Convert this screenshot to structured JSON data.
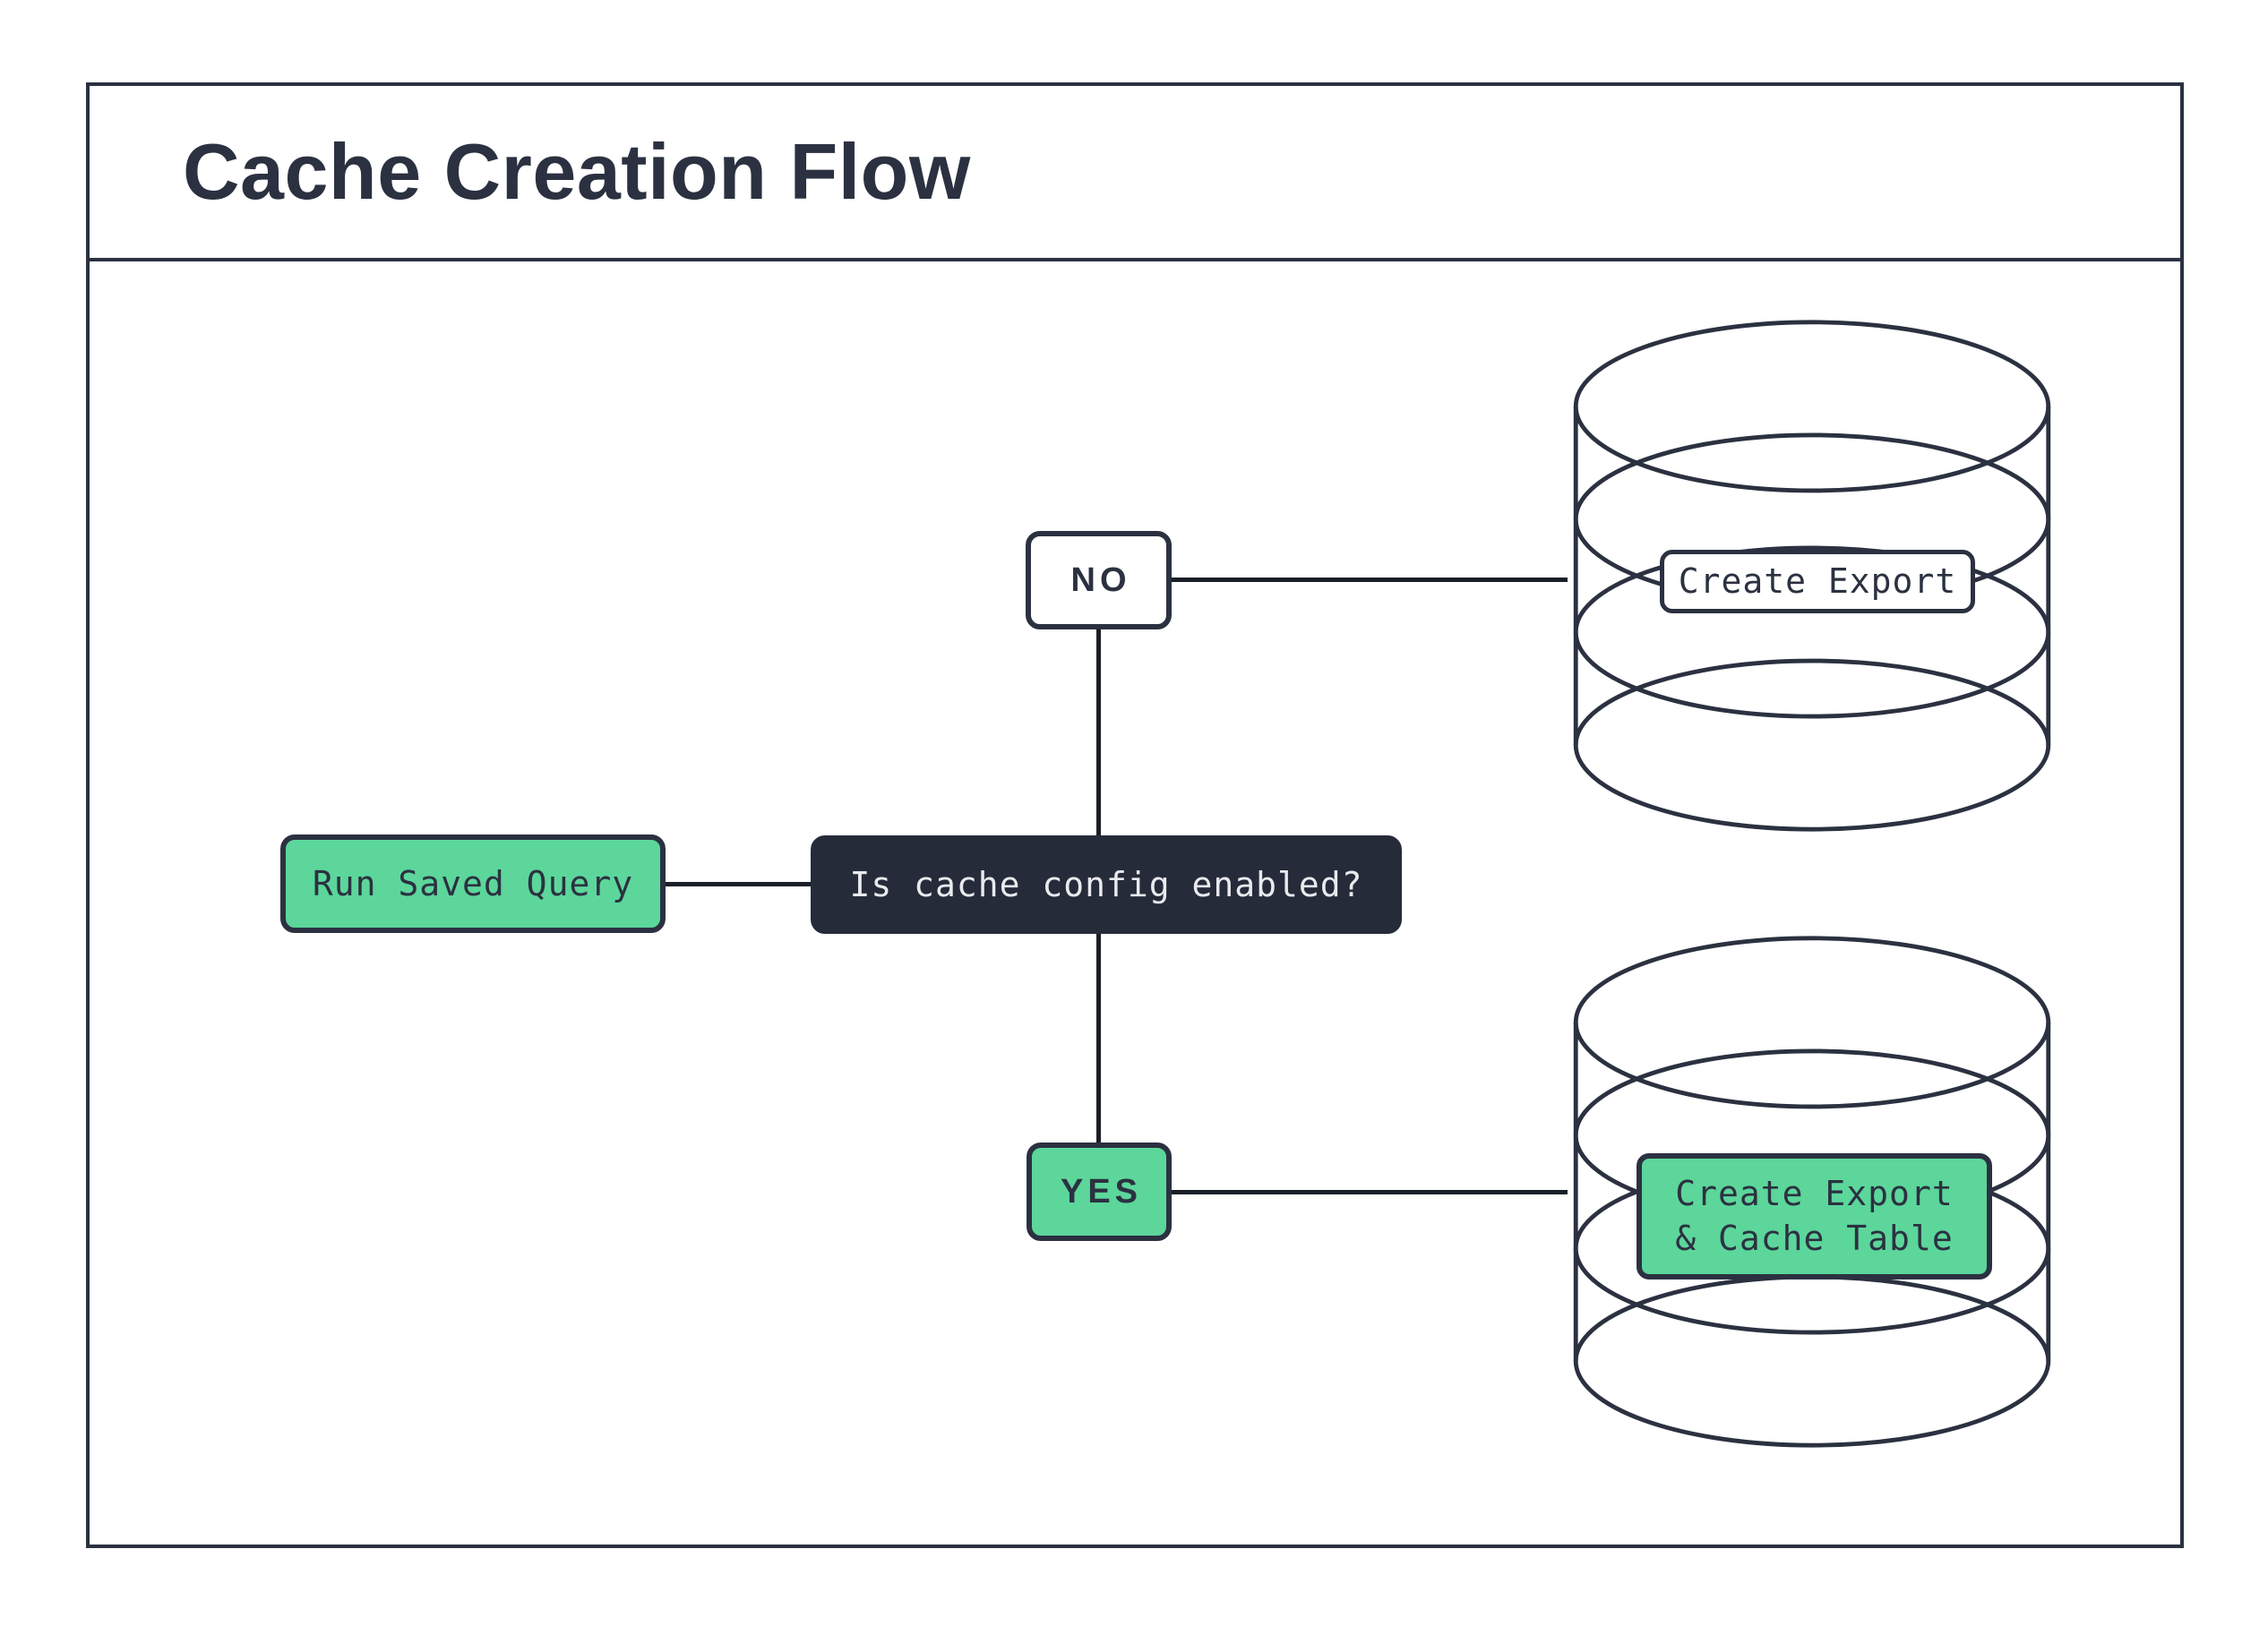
{
  "app": {
    "title": "Cache Creation Flow"
  },
  "colors": {
    "ink": "#2b3140",
    "connector": "#1a1e29",
    "decision_fill": "#262b3a",
    "accent_green": "#5cd69b",
    "light_text": "#e8eaee",
    "background": "#ffffff"
  },
  "nodes": {
    "start": {
      "label": "Run Saved Query"
    },
    "decision": {
      "label": "Is cache config enabled?"
    },
    "no_branch": {
      "label": "NO"
    },
    "yes_branch": {
      "label": "YES"
    },
    "no_result": {
      "label": "Create Export"
    },
    "yes_result": {
      "line1": "Create Export",
      "line2": "& Cache Table"
    }
  },
  "icons": {
    "no_target": "database-cylinder-icon",
    "yes_target": "database-cylinder-icon"
  }
}
